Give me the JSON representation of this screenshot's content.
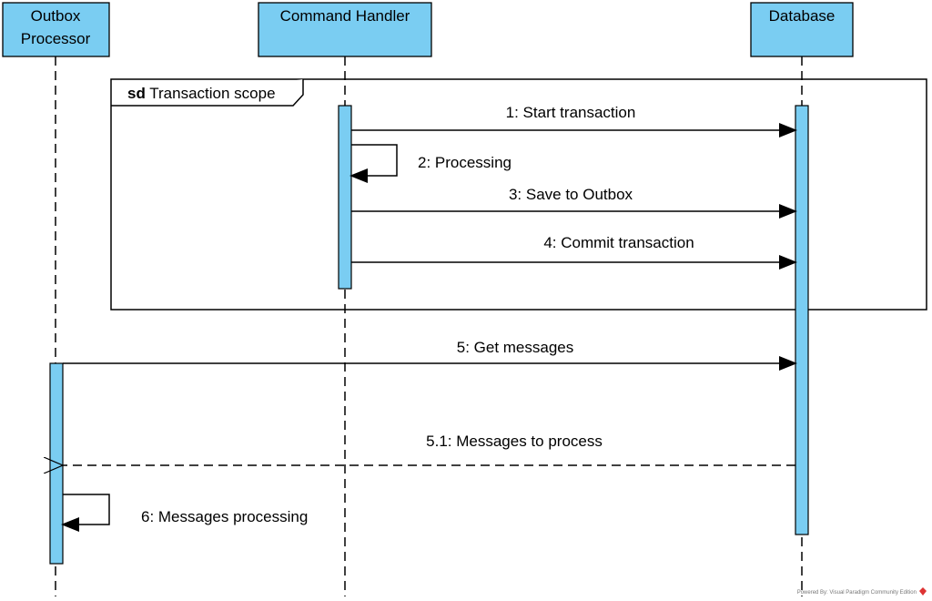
{
  "colors": {
    "participant_fill": "#7ACDF2",
    "line": "#000000"
  },
  "participants": [
    {
      "name_lines": [
        "Outbox",
        "Processor"
      ]
    },
    {
      "name_lines": [
        "Command Handler"
      ]
    },
    {
      "name_lines": [
        "Database"
      ]
    }
  ],
  "frame": {
    "keyword": "sd",
    "title": "Transaction scope"
  },
  "messages": [
    {
      "label": "1: Start transaction",
      "from": "Command Handler",
      "to": "Database",
      "kind": "sync"
    },
    {
      "label": "2: Processing",
      "from": "Command Handler",
      "to": "Command Handler",
      "kind": "self"
    },
    {
      "label": "3: Save to Outbox",
      "from": "Command Handler",
      "to": "Database",
      "kind": "sync"
    },
    {
      "label": "4: Commit transaction",
      "from": "Command Handler",
      "to": "Database",
      "kind": "sync"
    },
    {
      "label": "5: Get messages",
      "from": "Outbox Processor",
      "to": "Database",
      "kind": "sync"
    },
    {
      "label": "5.1: Messages to process",
      "from": "Database",
      "to": "Outbox Processor",
      "kind": "reply"
    },
    {
      "label": "6: Messages processing",
      "from": "Outbox Processor",
      "to": "Outbox Processor",
      "kind": "self"
    }
  ],
  "watermark": "Powered By: Visual Paradigm Community Edition"
}
